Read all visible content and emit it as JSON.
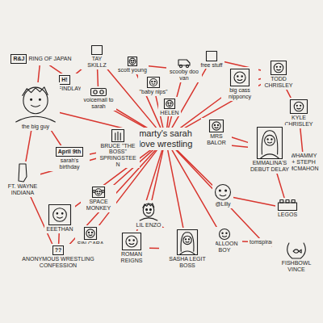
{
  "diagram": {
    "nodes": [
      {
        "text": [
          "R&J",
          "RING OF JAPAN"
        ]
      },
      {
        "text": [
          "H!",
          "?@ FINDLAY"
        ]
      },
      {
        "text": [
          "TAY SKILLZ"
        ]
      },
      {
        "text": [
          "scott young"
        ]
      },
      {
        "text": [
          "\"baby nips\""
        ]
      },
      {
        "text": [
          "voicemail to sarah"
        ]
      },
      {
        "text": [
          "scooby doo van"
        ]
      },
      {
        "text": [
          "free stuff"
        ]
      },
      {
        "text": [
          "big cass nipponcy"
        ]
      },
      {
        "text": [
          "TODD CHRISLEY"
        ]
      },
      {
        "text": [
          "KYLE CHRISLEY"
        ]
      },
      {
        "text": [
          "the big guy"
        ]
      },
      {
        "text": [
          "HELEN"
        ]
      },
      {
        "text": [
          "marty's sarah love wrestling"
        ]
      },
      {
        "text": [
          "April 9th",
          "sarah's birthday"
        ]
      },
      {
        "text": [
          "BRUCE \"THE BOSS\" SPRINGSTEEN"
        ]
      },
      {
        "text": [
          "MRS BALOR"
        ]
      },
      {
        "text": [
          "WHAMMY + STEPH MCMAHON"
        ]
      },
      {
        "text": [
          "EMMALINA'S DEBUT DELAY"
        ]
      },
      {
        "text": [
          "FT. WAYNE INDIANA"
        ]
      },
      {
        "text": [
          "SPACE MONKEY"
        ]
      },
      {
        "text": [
          "@Lilly"
        ]
      },
      {
        "text": [
          "EEETHAN"
        ]
      },
      {
        "text": [
          "LIL ENZO"
        ]
      },
      {
        "text": [
          "LEGOS"
        ]
      },
      {
        "text": [
          "SIN CARA"
        ]
      },
      {
        "text": [
          "BALLOON BOY"
        ]
      },
      {
        "text": [
          "tomspiracy"
        ]
      },
      {
        "text": [
          "??",
          "ANONYMOUS WRESTLING CONFESSION"
        ]
      },
      {
        "text": [
          "ROMAN REIGNS"
        ]
      },
      {
        "text": [
          "SASHA LEGIT BOSS"
        ]
      },
      {
        "text": [
          "FISHBOWL VINCE"
        ]
      }
    ],
    "edges": [
      {
        "from": 13,
        "to": 1,
        "arrow": "none"
      },
      {
        "from": 13,
        "to": 2,
        "arrow": "none"
      },
      {
        "from": 13,
        "to": 3,
        "arrow": "none"
      },
      {
        "from": 13,
        "to": 4,
        "arrow": "none"
      },
      {
        "from": 13,
        "to": 5,
        "arrow": "none"
      },
      {
        "from": 13,
        "to": 6,
        "arrow": "none"
      },
      {
        "from": 13,
        "to": 7,
        "arrow": "none"
      },
      {
        "from": 13,
        "to": 8,
        "arrow": "none"
      },
      {
        "from": 13,
        "to": 9,
        "arrow": "none"
      },
      {
        "from": 13,
        "to": 11,
        "arrow": "none"
      },
      {
        "from": 13,
        "to": 12,
        "arrow": "none"
      },
      {
        "from": 13,
        "to": 14,
        "arrow": "none"
      },
      {
        "from": 13,
        "to": 15,
        "arrow": "none"
      },
      {
        "from": 13,
        "to": 16,
        "arrow": "none"
      },
      {
        "from": 13,
        "to": 18,
        "arrow": "none"
      },
      {
        "from": 13,
        "to": 19,
        "arrow": "none"
      },
      {
        "from": 13,
        "to": 20,
        "arrow": "none"
      },
      {
        "from": 13,
        "to": 21,
        "arrow": "none"
      },
      {
        "from": 13,
        "to": 22,
        "arrow": "none"
      },
      {
        "from": 13,
        "to": 23,
        "arrow": "none"
      },
      {
        "from": 13,
        "to": 25,
        "arrow": "none"
      },
      {
        "from": 13,
        "to": 26,
        "arrow": "none"
      },
      {
        "from": 13,
        "to": 27,
        "arrow": "none"
      },
      {
        "from": 13,
        "to": 28,
        "arrow": "none"
      },
      {
        "from": 13,
        "to": 29,
        "arrow": "none"
      },
      {
        "from": 13,
        "to": 30,
        "arrow": "none"
      },
      {
        "from": 11,
        "to": 0,
        "arrow": "none"
      },
      {
        "from": 11,
        "to": 1,
        "arrow": "none"
      },
      {
        "from": 11,
        "to": 14,
        "arrow": "none"
      },
      {
        "from": 11,
        "to": 19,
        "arrow": "none"
      },
      {
        "from": 0,
        "to": 5,
        "arrow": "none"
      },
      {
        "from": 1,
        "to": 2,
        "arrow": "none"
      },
      {
        "from": 5,
        "to": 2,
        "arrow": "none"
      },
      {
        "from": 3,
        "to": 6,
        "arrow": "none"
      },
      {
        "from": 6,
        "to": 7,
        "arrow": "none"
      },
      {
        "from": 7,
        "to": 9,
        "arrow": "none"
      },
      {
        "from": 8,
        "to": 9,
        "arrow": "none"
      },
      {
        "from": 9,
        "to": 10,
        "arrow": "none"
      },
      {
        "from": 10,
        "to": 18,
        "arrow": "none"
      },
      {
        "from": 17,
        "to": 10,
        "arrow": "none"
      },
      {
        "from": 18,
        "to": 17,
        "arrow": "none"
      },
      {
        "from": 18,
        "to": 24,
        "arrow": "none"
      },
      {
        "from": 16,
        "to": 18,
        "arrow": "none"
      },
      {
        "from": 21,
        "to": 24,
        "arrow": "none"
      },
      {
        "from": 27,
        "to": 31,
        "arrow": "none"
      },
      {
        "from": 26,
        "to": 27,
        "arrow": "none"
      },
      {
        "from": 29,
        "to": 30,
        "arrow": "none"
      },
      {
        "from": 23,
        "to": 30,
        "arrow": "none"
      },
      {
        "from": 22,
        "to": 28,
        "arrow": "none"
      },
      {
        "from": 22,
        "to": 25,
        "arrow": "none"
      },
      {
        "from": 28,
        "to": 19,
        "arrow": "none"
      }
    ]
  }
}
